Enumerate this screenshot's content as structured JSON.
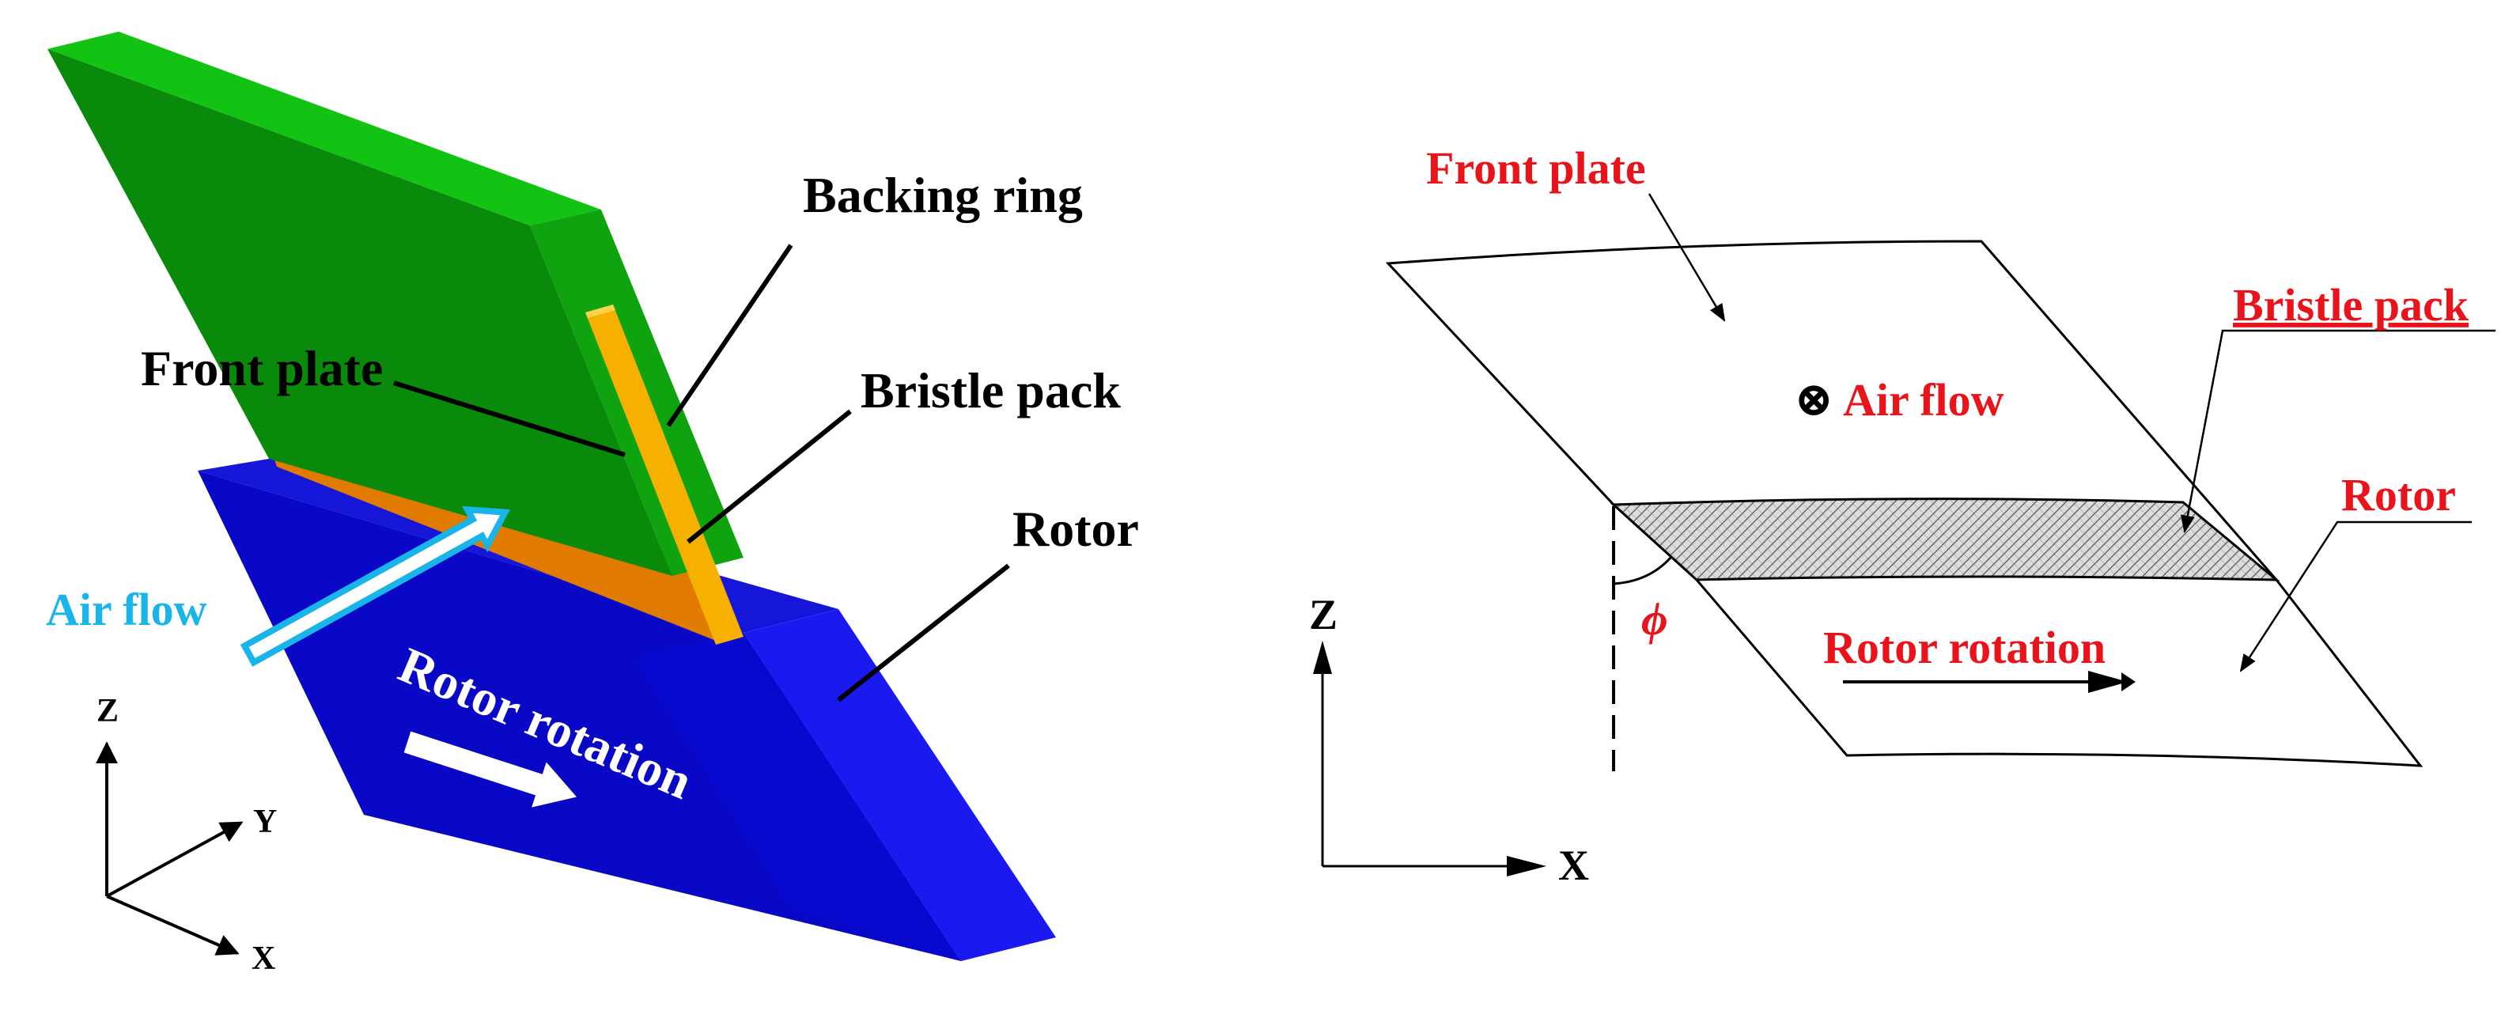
{
  "left_panel": {
    "labels": {
      "backing_ring": "Backing ring",
      "front_plate": "Front plate",
      "bristle_pack": "Bristle pack",
      "rotor": "Rotor",
      "air_flow": "Air flow",
      "rotor_rotation": "Rotor rotation"
    },
    "axes": {
      "z": "Z",
      "y": "Y",
      "x": "X"
    }
  },
  "right_panel": {
    "labels": {
      "front_plate": "Front plate",
      "air_flow": "Air flow",
      "bristle_pack": "Bristle pack",
      "rotor": "Rotor",
      "rotor_rotation": "Rotor rotation",
      "angle": "ϕ",
      "flow_symbol": "⊗"
    },
    "axes": {
      "z": "Z",
      "x": "X"
    }
  },
  "colors": {
    "front_plate_top": "#13c313",
    "front_plate_face": "#0a8a0a",
    "front_plate_side": "#0fa40f",
    "bristle_pack_3d": "#e07b00",
    "backing_ring_strip": "#f5b000",
    "rotor_top": "#1616d8",
    "rotor_front": "#0808c6",
    "rotor_side": "#1a1af0",
    "air_flow_label": "#19b5ea",
    "red_label": "#e8131b"
  }
}
